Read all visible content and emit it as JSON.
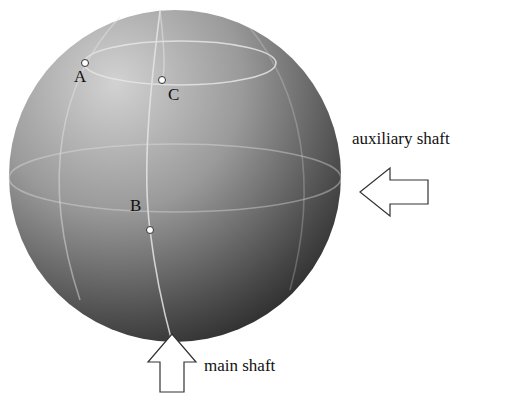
{
  "diagram": {
    "labels": [
      "A",
      "C",
      "B",
      "auxiliary shaft",
      "main shaft"
    ]
  }
}
